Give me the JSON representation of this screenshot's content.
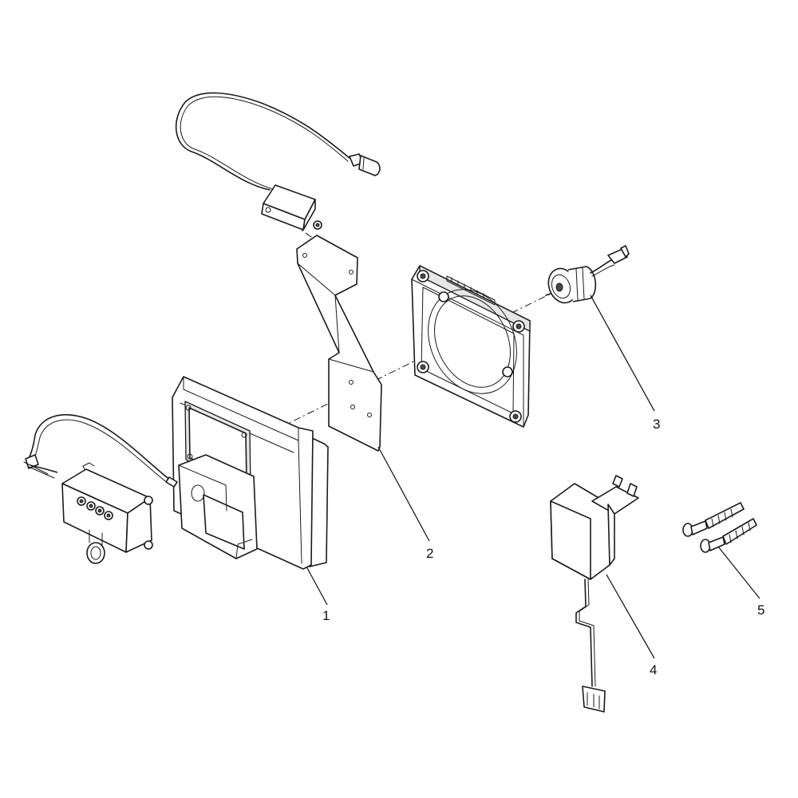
{
  "callouts": [
    {
      "id": "1",
      "label": "1"
    },
    {
      "id": "2",
      "label": "2"
    },
    {
      "id": "3",
      "label": "3"
    },
    {
      "id": "4",
      "label": "4"
    },
    {
      "id": "5",
      "label": "5"
    }
  ],
  "colors": {
    "line": "#1a1a1a",
    "background": "#ffffff",
    "shade": "#e6e6e6"
  }
}
